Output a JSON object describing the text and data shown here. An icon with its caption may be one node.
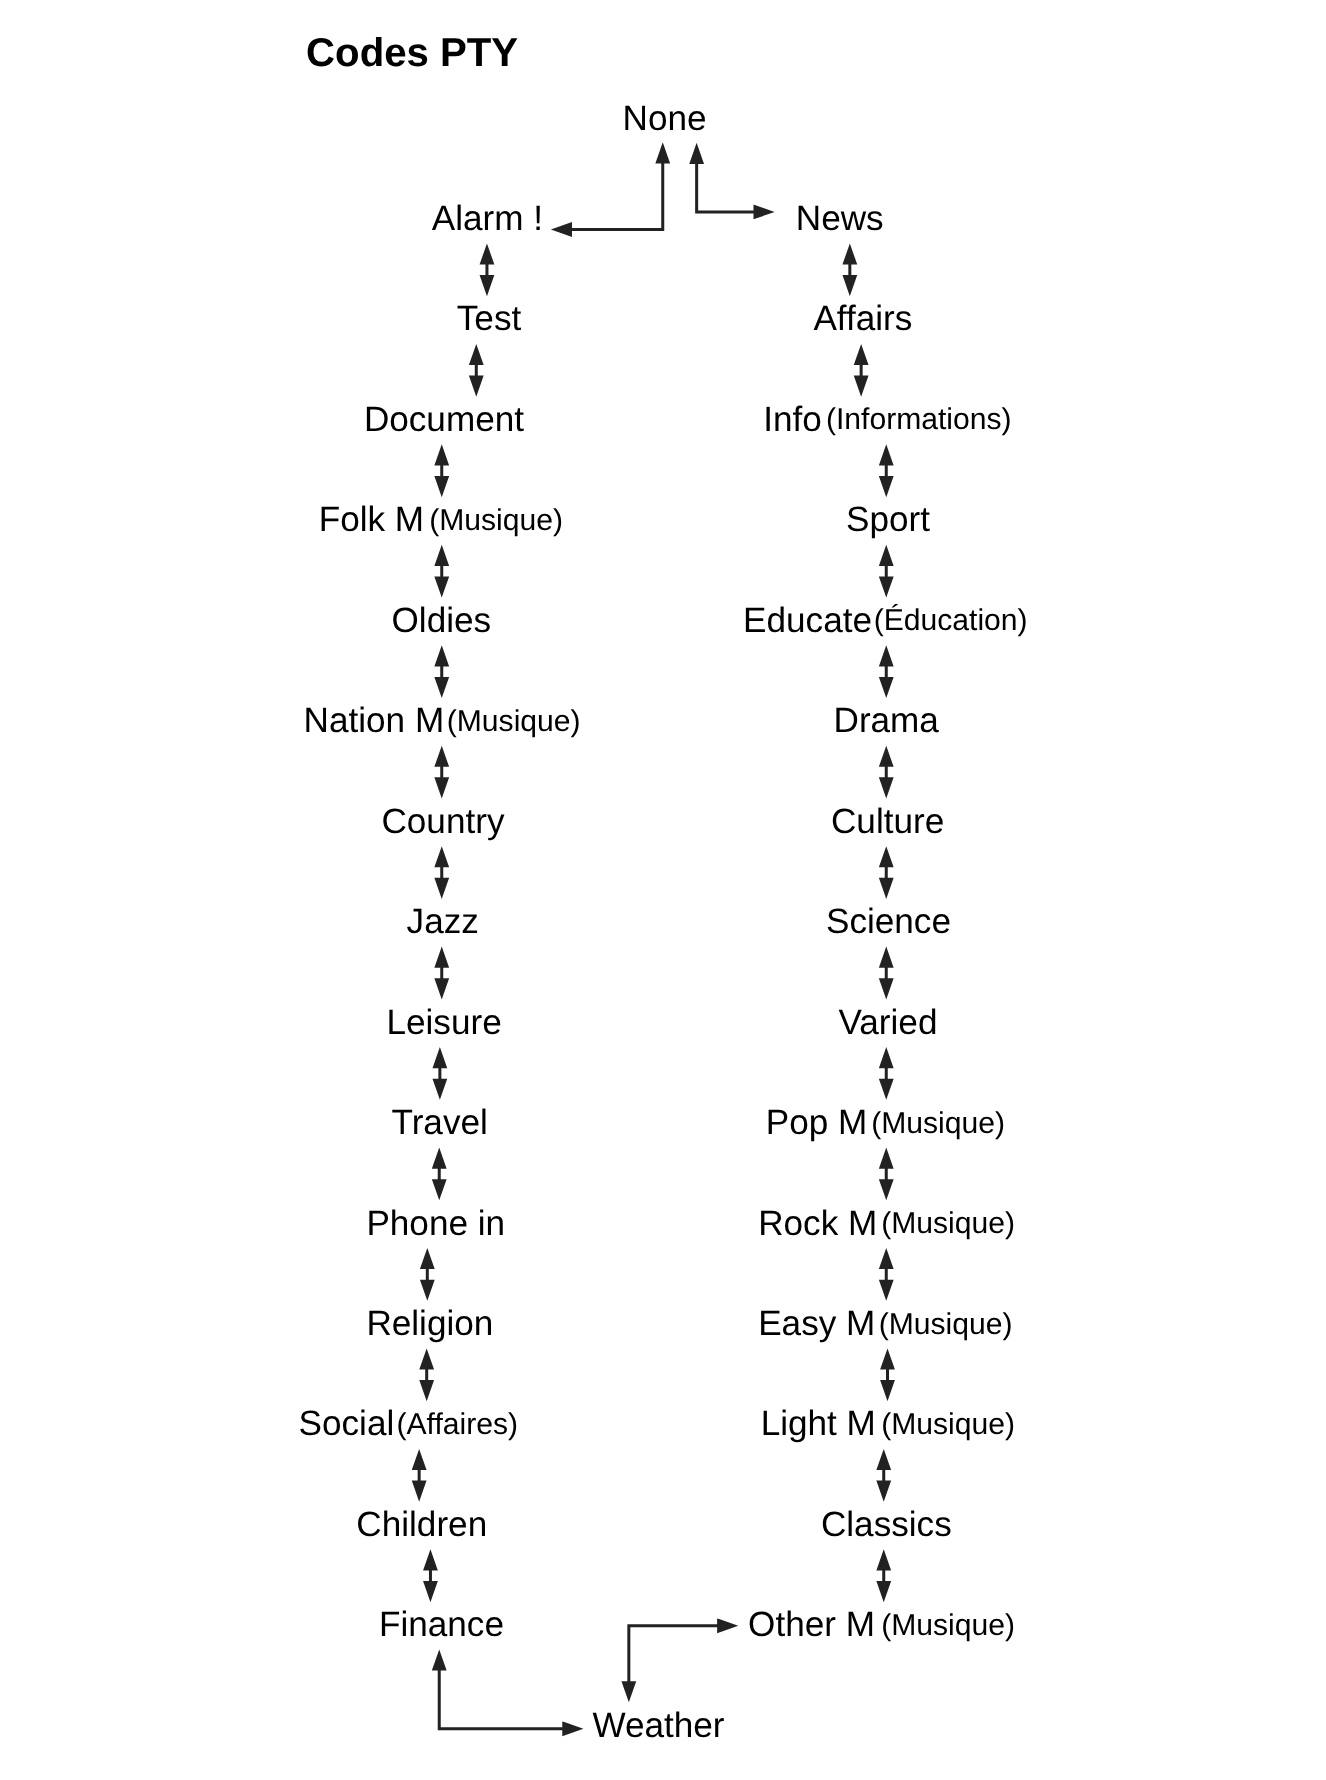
{
  "diagram": {
    "title": "Codes PTY",
    "nodes": [
      {
        "text": [
          "None"
        ]
      },
      {
        "text": [
          "Alarm !"
        ]
      },
      {
        "text": [
          "Test"
        ]
      },
      {
        "text": [
          "Document"
        ]
      },
      {
        "text": [
          "Folk M"
        ],
        "beside": [
          "(Musique)"
        ]
      },
      {
        "text": [
          "Oldies"
        ]
      },
      {
        "text": [
          "Nation M"
        ],
        "beside": [
          "(Musique)"
        ]
      },
      {
        "text": [
          "Country"
        ]
      },
      {
        "text": [
          "Jazz"
        ]
      },
      {
        "text": [
          "Leisure"
        ]
      },
      {
        "text": [
          "Travel"
        ]
      },
      {
        "text": [
          "Phone in"
        ]
      },
      {
        "text": [
          "Religion"
        ]
      },
      {
        "text": [
          "Social"
        ],
        "beside": [
          "(Affaires)"
        ]
      },
      {
        "text": [
          "Children"
        ]
      },
      {
        "text": [
          "Finance"
        ]
      },
      {
        "text": [
          "News"
        ]
      },
      {
        "text": [
          "Affairs"
        ]
      },
      {
        "text": [
          "Info"
        ],
        "beside": [
          "(Informations)"
        ]
      },
      {
        "text": [
          "Sport"
        ]
      },
      {
        "text": [
          "Educate"
        ],
        "beside": [
          "(Éducation)"
        ]
      },
      {
        "text": [
          "Drama"
        ]
      },
      {
        "text": [
          "Culture"
        ]
      },
      {
        "text": [
          "Science"
        ]
      },
      {
        "text": [
          "Varied"
        ]
      },
      {
        "text": [
          "Pop M"
        ],
        "beside": [
          "(Musique)"
        ]
      },
      {
        "text": [
          "Rock M"
        ],
        "beside": [
          "(Musique)"
        ]
      },
      {
        "text": [
          "Easy M"
        ],
        "beside": [
          "(Musique)"
        ]
      },
      {
        "text": [
          "Light M"
        ],
        "beside": [
          "(Musique)"
        ]
      },
      {
        "text": [
          "Classics"
        ]
      },
      {
        "text": [
          "Other M"
        ],
        "beside": [
          "(Musique)"
        ]
      },
      {
        "text": [
          "Weather"
        ]
      }
    ],
    "edges": [
      {
        "from": 0,
        "to": 1,
        "arrow": "both"
      },
      {
        "from": 1,
        "to": 2,
        "arrow": "both"
      },
      {
        "from": 2,
        "to": 3,
        "arrow": "both"
      },
      {
        "from": 3,
        "to": 4,
        "arrow": "both"
      },
      {
        "from": 4,
        "to": 5,
        "arrow": "both"
      },
      {
        "from": 5,
        "to": 6,
        "arrow": "both"
      },
      {
        "from": 6,
        "to": 7,
        "arrow": "both"
      },
      {
        "from": 7,
        "to": 8,
        "arrow": "both"
      },
      {
        "from": 8,
        "to": 9,
        "arrow": "both"
      },
      {
        "from": 9,
        "to": 10,
        "arrow": "both"
      },
      {
        "from": 10,
        "to": 11,
        "arrow": "both"
      },
      {
        "from": 11,
        "to": 12,
        "arrow": "both"
      },
      {
        "from": 12,
        "to": 13,
        "arrow": "both"
      },
      {
        "from": 13,
        "to": 14,
        "arrow": "both"
      },
      {
        "from": 14,
        "to": 15,
        "arrow": "both"
      },
      {
        "from": 15,
        "to": 31,
        "arrow": "both"
      },
      {
        "from": 0,
        "to": 16,
        "arrow": "both"
      },
      {
        "from": 16,
        "to": 17,
        "arrow": "both"
      },
      {
        "from": 17,
        "to": 18,
        "arrow": "both"
      },
      {
        "from": 18,
        "to": 19,
        "arrow": "both"
      },
      {
        "from": 19,
        "to": 20,
        "arrow": "both"
      },
      {
        "from": 20,
        "to": 21,
        "arrow": "both"
      },
      {
        "from": 21,
        "to": 22,
        "arrow": "both"
      },
      {
        "from": 22,
        "to": 23,
        "arrow": "both"
      },
      {
        "from": 23,
        "to": 24,
        "arrow": "both"
      },
      {
        "from": 24,
        "to": 25,
        "arrow": "both"
      },
      {
        "from": 25,
        "to": 26,
        "arrow": "both"
      },
      {
        "from": 26,
        "to": 27,
        "arrow": "both"
      },
      {
        "from": 27,
        "to": 28,
        "arrow": "both"
      },
      {
        "from": 28,
        "to": 29,
        "arrow": "both"
      },
      {
        "from": 29,
        "to": 30,
        "arrow": "both"
      },
      {
        "from": 30,
        "to": 31,
        "arrow": "both"
      }
    ]
  }
}
